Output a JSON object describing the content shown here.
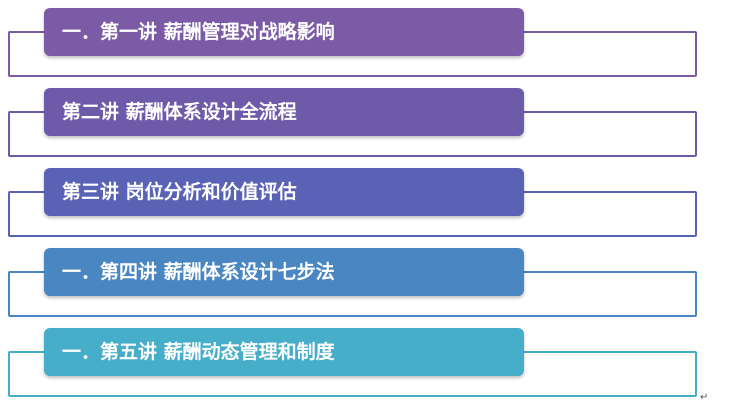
{
  "items": [
    {
      "label": "一．第一讲  薪酬管理对战略影响",
      "color": "#7b5aa6",
      "frame_color": "#7b5aa6"
    },
    {
      "label": "第二讲  薪酬体系设计全流程",
      "color": "#6d5aa9",
      "frame_color": "#6d5aa9"
    },
    {
      "label": "第三讲  岗位分析和价值评估",
      "color": "#5a62b5",
      "frame_color": "#5a62b5"
    },
    {
      "label": "一．第四讲  薪酬体系设计七步法",
      "color": "#4a86c2",
      "frame_color": "#4a86c2"
    },
    {
      "label": "一．第五讲  薪酬动态管理和制度",
      "color": "#46aec8",
      "frame_color": "#46aec8"
    }
  ],
  "paragraph_mark": "↵"
}
